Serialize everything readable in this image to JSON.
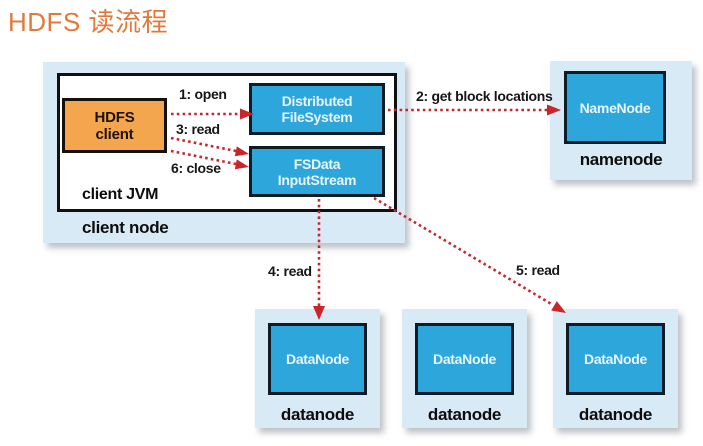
{
  "page_title": "HDFS 读流程",
  "colors": {
    "title_orange": "#e2793b",
    "container_blue": "#d8eaf6",
    "node_blue": "#2ca6db",
    "client_orange": "#f4a64f",
    "arrow_red": "#c9252b",
    "border_black": "#101010"
  },
  "diagram": {
    "client_node_label": "client node",
    "client_jvm_label": "client JVM",
    "hdfs_client": {
      "line1": "HDFS",
      "line2": "client"
    },
    "distributed_filesystem": {
      "line1": "Distributed",
      "line2": "FileSystem"
    },
    "fsdata_inputstream": {
      "line1": "FSData",
      "line2": "InputStream"
    },
    "namenode": {
      "box_label": "NameNode",
      "caption": "namenode"
    },
    "datanodes": [
      {
        "box_label": "DataNode",
        "caption": "datanode"
      },
      {
        "box_label": "DataNode",
        "caption": "datanode"
      },
      {
        "box_label": "DataNode",
        "caption": "datanode"
      }
    ],
    "arrows": [
      {
        "step": 1,
        "label": "1: open",
        "from": "HDFS client",
        "to": "DistributedFileSystem"
      },
      {
        "step": 2,
        "label": "2: get block locations",
        "from": "DistributedFileSystem",
        "to": "NameNode"
      },
      {
        "step": 3,
        "label": "3: read",
        "from": "HDFS client",
        "to": "FSDataInputStream"
      },
      {
        "step": 4,
        "label": "4: read",
        "from": "FSDataInputStream",
        "to": "datanode 1"
      },
      {
        "step": 5,
        "label": "5: read",
        "from": "FSDataInputStream",
        "to": "datanode 3"
      },
      {
        "step": 6,
        "label": "6: close",
        "from": "HDFS client",
        "to": "FSDataInputStream"
      }
    ]
  }
}
